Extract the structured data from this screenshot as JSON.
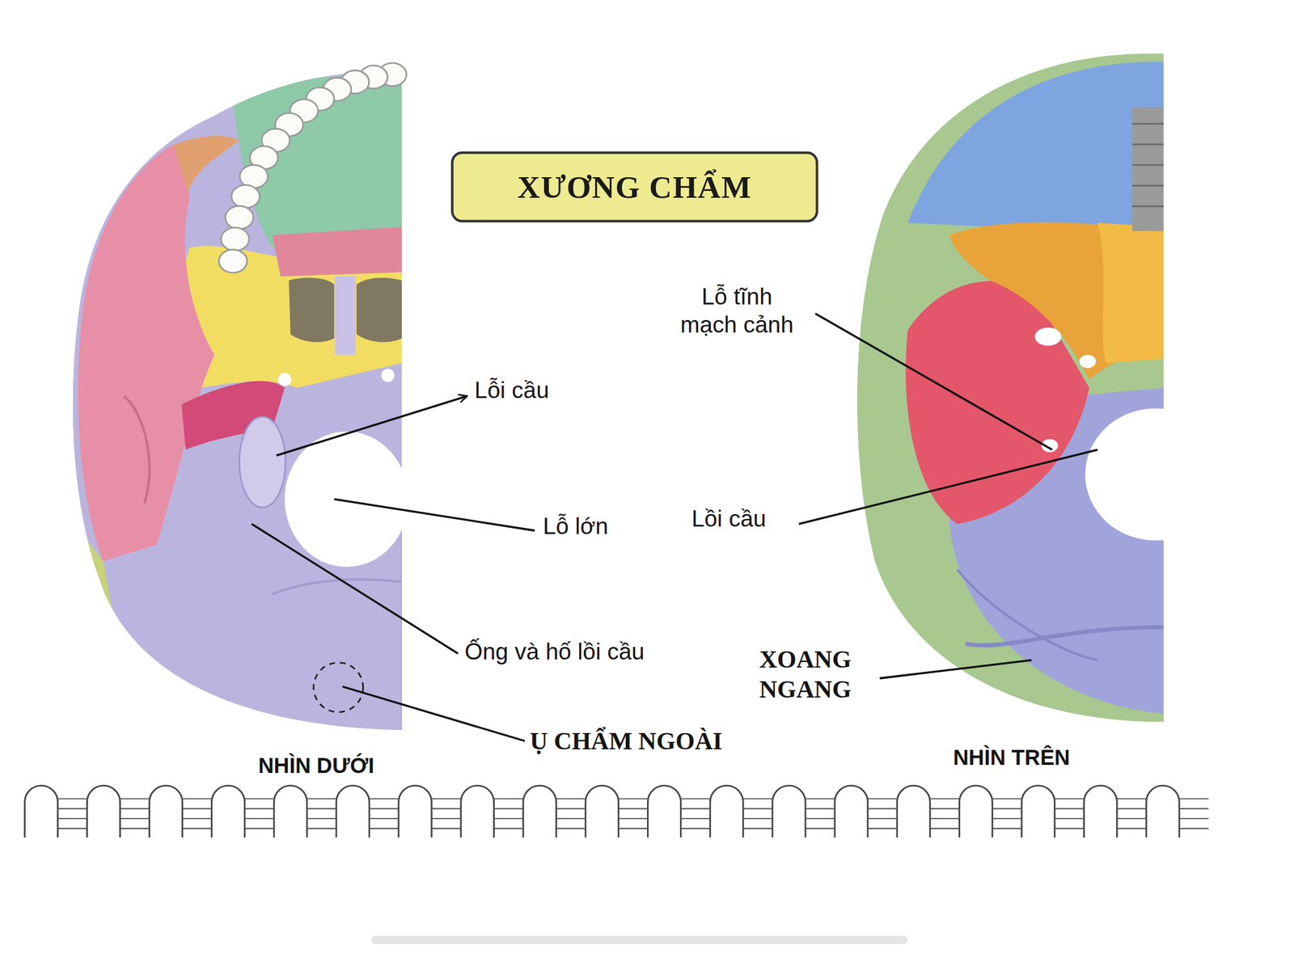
{
  "diagram": {
    "title": "XƯƠNG CHẨM",
    "labels": [
      "Lỗi cầu",
      "Lỗ lớn",
      "Ống và hố lồi cầu",
      "Ụ CHẨM NGOÀI",
      "NHÌN DƯỚI",
      "Lỗ tĩnh mạch cảnh",
      "Lồi cầu",
      "XOANG NGANG",
      "NHÌN TRÊN"
    ]
  }
}
